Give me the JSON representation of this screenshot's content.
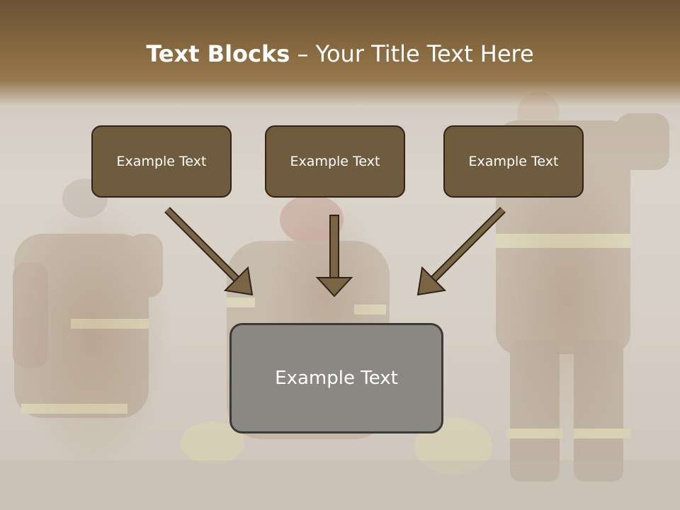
{
  "slide": {
    "title_bold": "Text Blocks",
    "title_separator": " – ",
    "title_rest": "Your Title Text Here",
    "blocks": [
      {
        "label": "Example Text"
      },
      {
        "label": "Example Text"
      },
      {
        "label": "Example Text"
      }
    ],
    "main_block": {
      "label": "Example Text"
    }
  },
  "colors": {
    "header_brown": "#86693f",
    "block_fill": "#6f5b3e",
    "block_border": "#2f2416",
    "main_fill": "#8a8883",
    "arrow_fill": "#7a6446"
  }
}
